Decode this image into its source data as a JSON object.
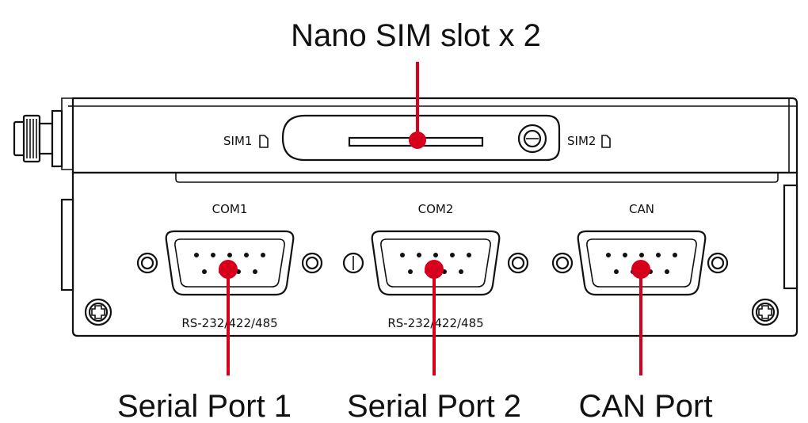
{
  "callouts": {
    "sim_slot": "Nano SIM slot x 2",
    "serial1": "Serial Port 1",
    "serial2": "Serial Port 2",
    "can": "CAN Port"
  },
  "labels": {
    "sim1": "SIM1",
    "sim2": "SIM2",
    "com1": "COM1",
    "com2": "COM2",
    "can": "CAN",
    "com1_standard": "RS-232/422/485",
    "com2_standard": "RS-232/422/485"
  },
  "colors": {
    "leader_line": "#d6001c",
    "outline": "#111111"
  }
}
